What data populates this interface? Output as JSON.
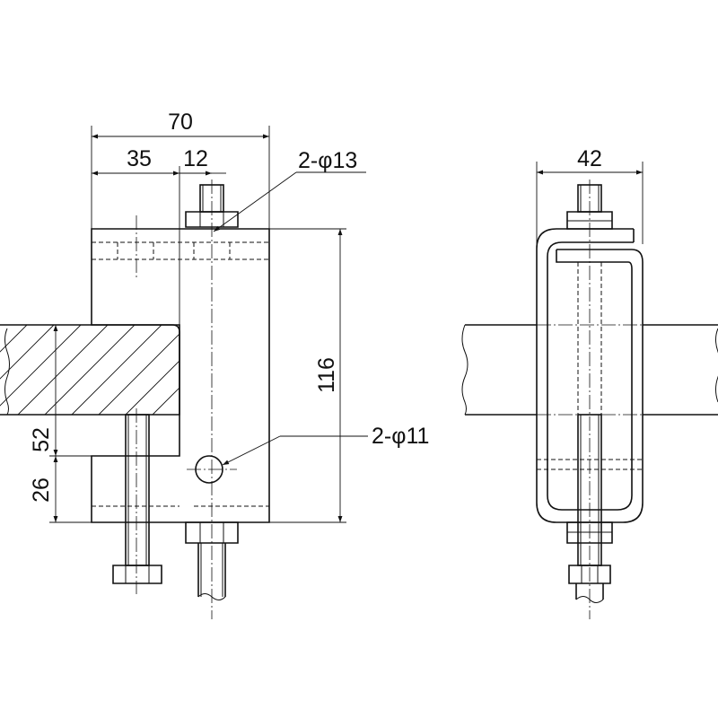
{
  "front_view": {
    "dim_total_width": "70",
    "dim_left_width": "35",
    "dim_bolt_offset": "12",
    "dim_height": "116",
    "dim_lower_gap": "52",
    "dim_lower_jaw": "26",
    "label_top_holes": "2-φ13",
    "label_side_holes": "2-φ11"
  },
  "side_view": {
    "dim_width": "42"
  },
  "colors": {
    "line": "#111111",
    "background": "#ffffff"
  }
}
